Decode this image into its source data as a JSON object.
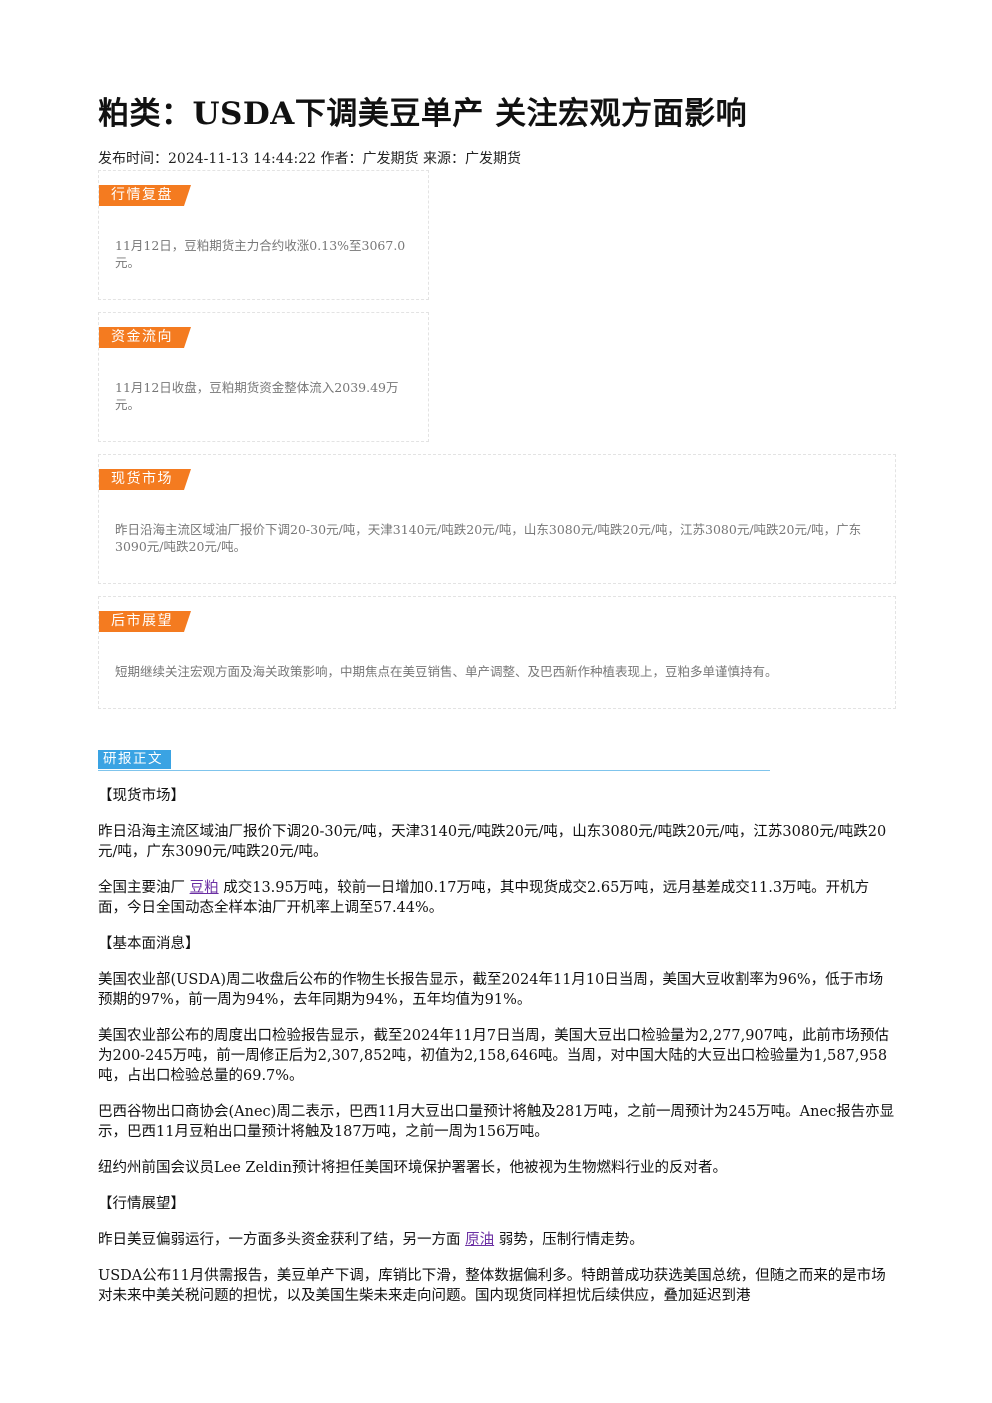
{
  "header": {
    "title": "粕类：USDA下调美豆单产 关注宏观方面影响",
    "meta": "发布时间：2024-11-13 14:44:22 作者：广发期货 来源：广发期货"
  },
  "boxes": {
    "market_review": {
      "tag": "行情复盘",
      "text": "11月12日，豆粕期货主力合约收涨0.13%至3067.0元。"
    },
    "capital_flow": {
      "tag": "资金流向",
      "text": "11月12日收盘，豆粕期货资金整体流入2039.49万元。"
    },
    "spot_market": {
      "tag": "现货市场",
      "text": "昨日沿海主流区域油厂报价下调20-30元/吨，天津3140元/吨跌20元/吨，山东3080元/吨跌20元/吨，江苏3080元/吨跌20元/吨，广东3090元/吨跌20元/吨。"
    },
    "outlook": {
      "tag": "后市展望",
      "text": "短期继续关注宏观方面及海关政策影响，中期焦点在美豆销售、单产调整、及巴西新作种植表现上，豆粕多单谨慎持有。"
    }
  },
  "report": {
    "tag": "研报正文",
    "h_spot": "【现货市场】",
    "p_spot_1": "昨日沿海主流区域油厂报价下调20-30元/吨，天津3140元/吨跌20元/吨，山东3080元/吨跌20元/吨，江苏3080元/吨跌20元/吨，广东3090元/吨跌20元/吨。",
    "p_spot_2_a": "全国主要油厂 ",
    "p_spot_2_link": "豆粕",
    "p_spot_2_b": " 成交13.95万吨，较前一日增加0.17万吨，其中现货成交2.65万吨，远月基差成交11.3万吨。开机方面，今日全国动态全样本油厂开机率上调至57.44%。",
    "h_fund": "【基本面消息】",
    "p_fund_1": "美国农业部(USDA)周二收盘后公布的作物生长报告显示，截至2024年11月10日当周，美国大豆收割率为96%，低于市场预期的97%，前一周为94%，去年同期为94%，五年均值为91%。",
    "p_fund_2": "美国农业部公布的周度出口检验报告显示，截至2024年11月7日当周，美国大豆出口检验量为2,277,907吨，此前市场预估为200-245万吨，前一周修正后为2,307,852吨，初值为2,158,646吨。当周，对中国大陆的大豆出口检验量为1,587,958吨，占出口检验总量的69.7%。",
    "p_fund_3": "巴西谷物出口商协会(Anec)周二表示，巴西11月大豆出口量预计将触及281万吨，之前一周预计为245万吨。Anec报告亦显示，巴西11月豆粕出口量预计将触及187万吨，之前一周为156万吨。",
    "p_fund_4": "纽约州前国会议员Lee Zeldin预计将担任美国环境保护署署长，他被视为生物燃料行业的反对者。",
    "h_outlook": "【行情展望】",
    "p_out_1_a": "昨日美豆偏弱运行，一方面多头资金获利了结，另一方面 ",
    "p_out_1_link": "原油",
    "p_out_1_b": " 弱势，压制行情走势。",
    "p_out_2": "USDA公布11月供需报告，美豆单产下调，库销比下滑，整体数据偏利多。特朗普成功获选美国总统，但随之而来的是市场对未来中美关税问题的担忧，以及美国生柴未来走向问题。国内现货同样担忧后续供应，叠加延迟到港"
  }
}
